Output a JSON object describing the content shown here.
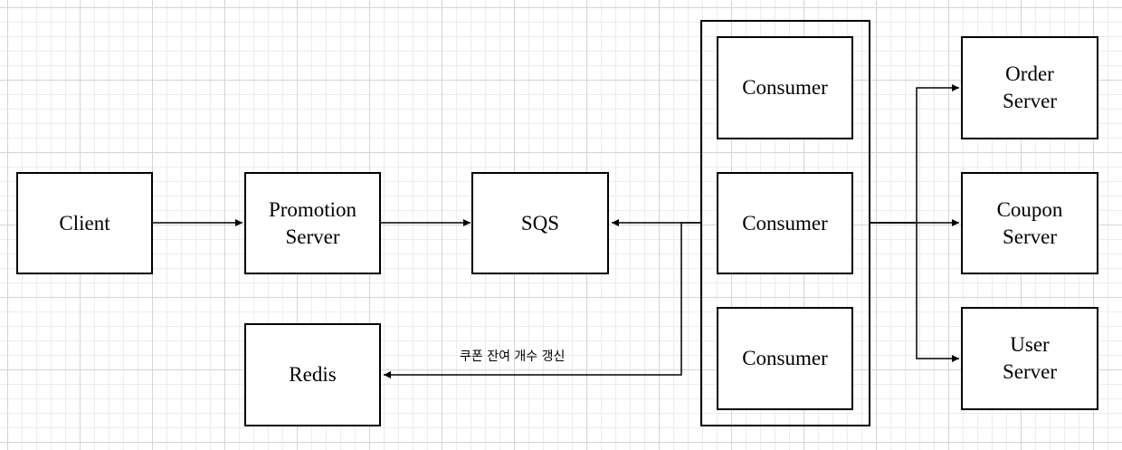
{
  "diagram": {
    "nodes": {
      "client": "Client",
      "promotion": "Promotion\nServer",
      "sqs": "SQS",
      "redis": "Redis",
      "consumer1": "Consumer",
      "consumer2": "Consumer",
      "consumer3": "Consumer",
      "order": "Order\nServer",
      "coupon": "Coupon\nServer",
      "user": "User\nServer"
    },
    "edges": {
      "redis_update_label": "쿠폰 잔여 개수 갱신"
    },
    "colors": {
      "stroke": "#000000",
      "node_fill": "#ffffff",
      "grid": "#d4d4d4"
    }
  }
}
